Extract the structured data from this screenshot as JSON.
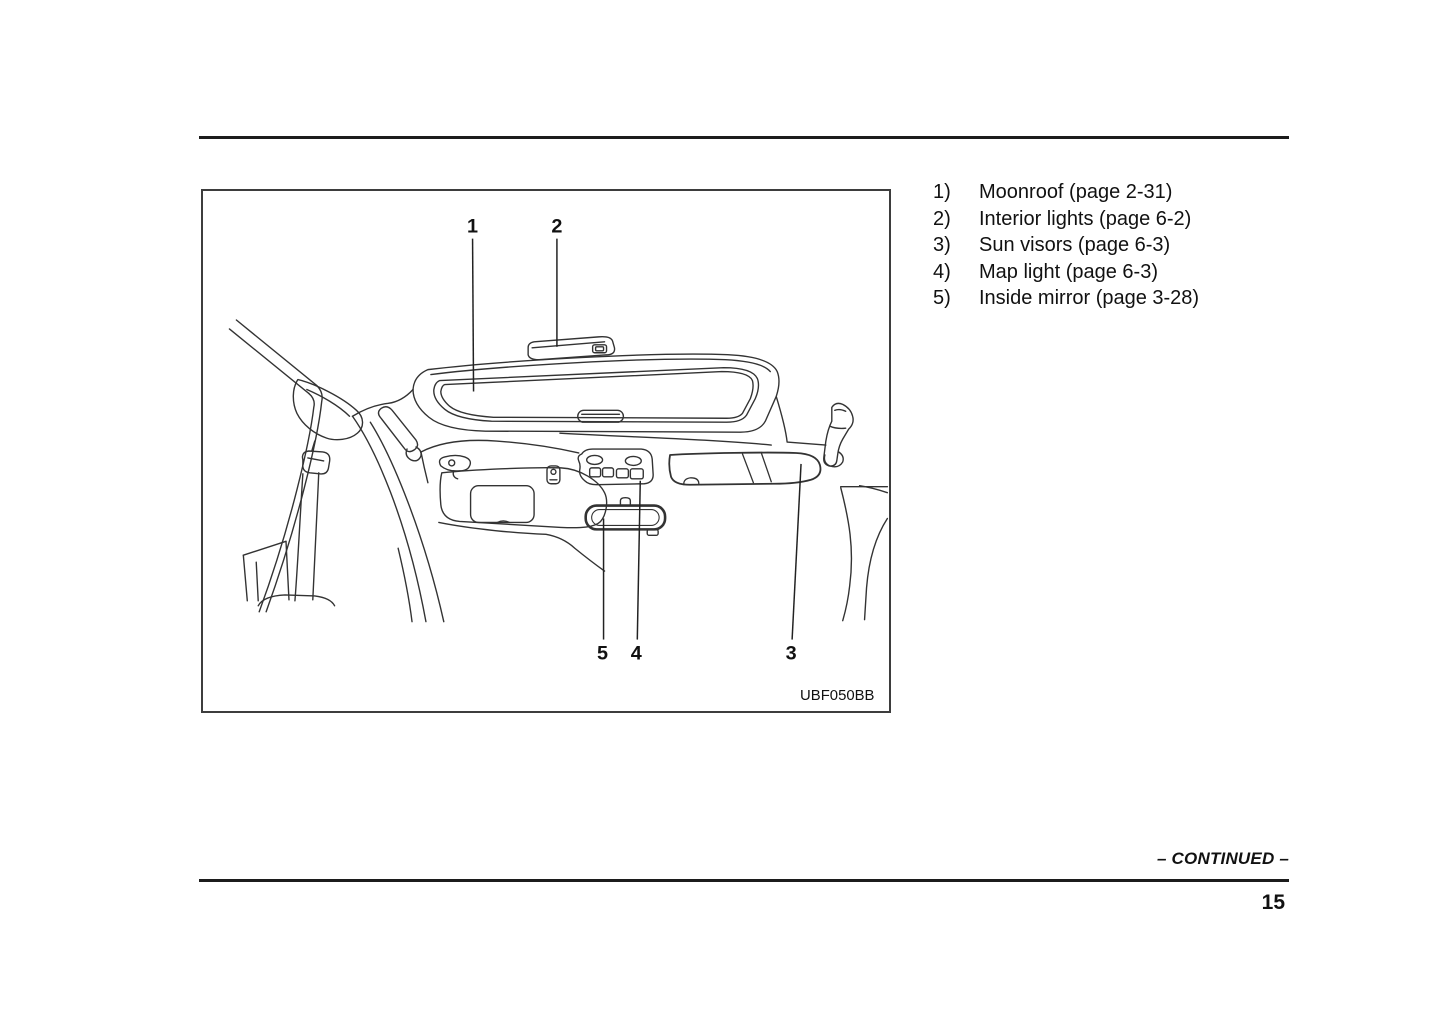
{
  "legend": {
    "items": [
      {
        "num": "1)",
        "label": "Moonroof (page 2-31)"
      },
      {
        "num": "2)",
        "label": "Interior lights (page 6-2)"
      },
      {
        "num": "3)",
        "label": "Sun visors (page 6-3)"
      },
      {
        "num": "4)",
        "label": "Map light (page 6-3)"
      },
      {
        "num": "5)",
        "label": "Inside mirror (page 3-28)"
      }
    ]
  },
  "figure": {
    "code": "UBF050BB",
    "callout_1": "1",
    "callout_2": "2",
    "callout_3": "3",
    "callout_4": "4",
    "callout_5": "5"
  },
  "footer": {
    "continued": "– CONTINUED –",
    "page_number": "15"
  },
  "colors": {
    "ink": "#111111",
    "line_art": "#333333",
    "rule": "#1c1c1c"
  }
}
